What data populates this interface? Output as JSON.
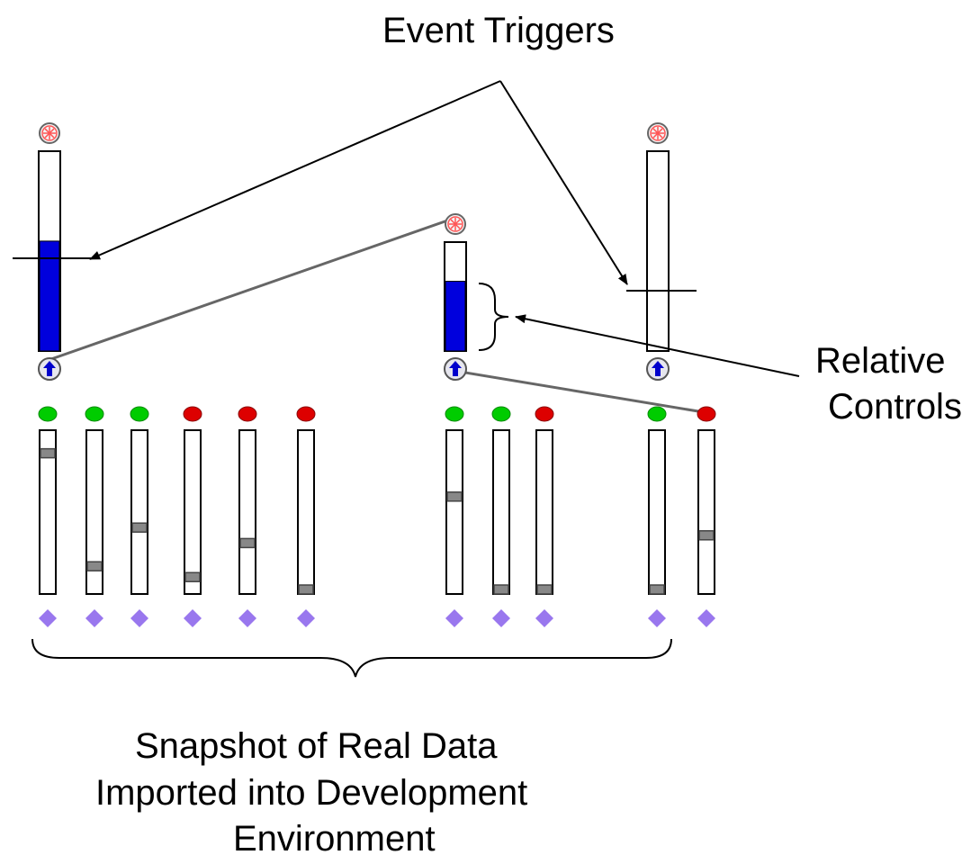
{
  "labels": {
    "event_triggers": "Event Triggers",
    "relative_line1": "Relative",
    "relative_line2": "Controls",
    "snapshot_line1": "Snapshot of Real Data",
    "snapshot_line2": "Imported into Development",
    "snapshot_line3": "Environment"
  },
  "colors": {
    "fill": "#0000dd",
    "thumb": "#888888",
    "status_on": "#00cc00",
    "status_off": "#dd0000",
    "diamond": "#9977ee",
    "trigger_icon": "#ff5555",
    "arrow_icon": "#0000cc"
  },
  "icons": {
    "trigger": "asterisk-circle-icon",
    "input": "up-arrow-circle-icon",
    "status": "status-dot-icon",
    "connector": "diamond-icon"
  },
  "relative_controls": [
    {
      "fill_fraction": 0.55
    },
    {
      "fill_fraction": 0.64
    },
    {
      "fill_fraction": 0.0
    }
  ],
  "data_sliders": [
    {
      "status": "on",
      "level": 0.88
    },
    {
      "status": "on",
      "level": 0.15
    },
    {
      "status": "on",
      "level": 0.4
    },
    {
      "status": "off",
      "level": 0.08
    },
    {
      "status": "off",
      "level": 0.3
    },
    {
      "status": "off",
      "level": 0.0
    },
    {
      "status": "on",
      "level": 0.6
    },
    {
      "status": "on",
      "level": 0.0
    },
    {
      "status": "off",
      "level": 0.0
    },
    {
      "status": "on",
      "level": 0.0
    },
    {
      "status": "off",
      "level": 0.35
    }
  ]
}
